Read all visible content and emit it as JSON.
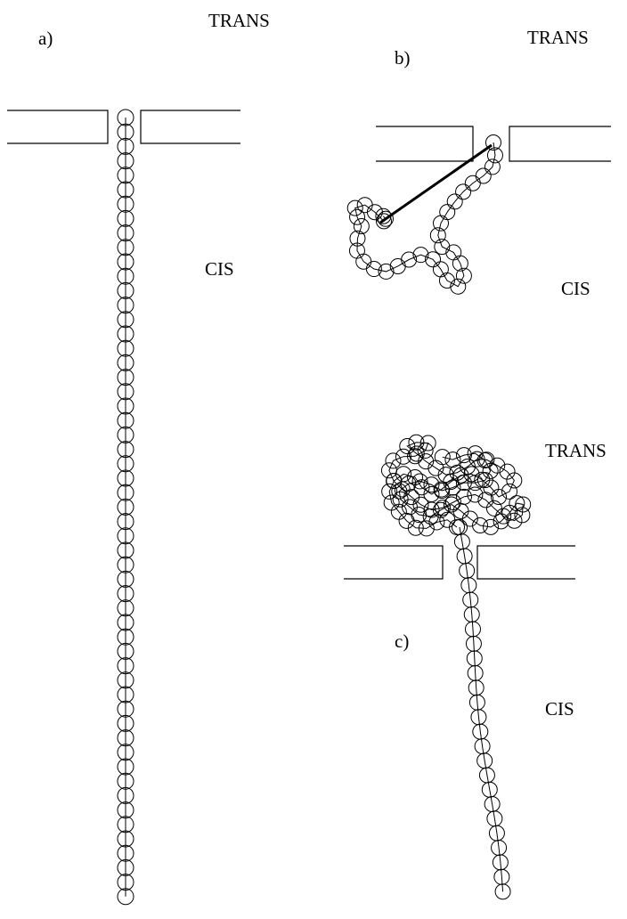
{
  "panels": [
    {
      "id": "a",
      "label": "a)",
      "top_side": "TRANS",
      "bottom_side": "CIS",
      "state": "stretched chain through pore"
    },
    {
      "id": "b",
      "label": "b)",
      "top_side": "TRANS",
      "bottom_side": "CIS",
      "state": "coiled chain on cis side with end-to-end vector"
    },
    {
      "id": "c",
      "label": "c)",
      "top_side": "TRANS",
      "bottom_side": "CIS",
      "state": "chain partially translocated, globule on trans side"
    }
  ],
  "colors": {
    "stroke": "#000000",
    "fill": "#ffffff"
  }
}
